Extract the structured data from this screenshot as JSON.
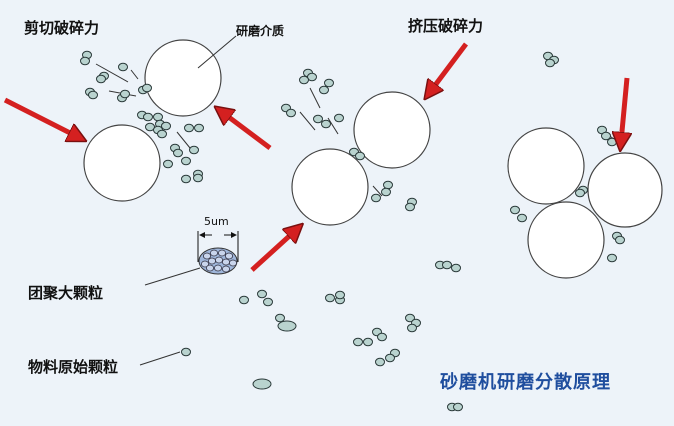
{
  "labels": {
    "shear_force": "剪切破碎力",
    "grinding_media": "研磨介质",
    "squeeze_force": "挤压破碎力",
    "agglomerate": "团聚大颗粒",
    "raw_particle": "物料原始颗粒",
    "scale": "5um"
  },
  "title": "砂磨机研磨分散原理",
  "colors": {
    "background": "#edf3f9",
    "arrow": "#d42020",
    "particle": "#b9d3cf",
    "title": "#1f4e9e"
  }
}
